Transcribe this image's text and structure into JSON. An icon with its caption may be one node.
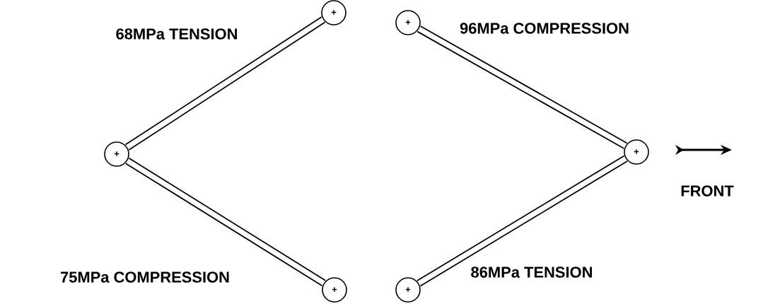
{
  "diagram": {
    "nodes": [
      {
        "text": [
          "+"
        ]
      },
      {
        "text": [
          "+"
        ]
      },
      {
        "text": [
          "+"
        ]
      },
      {
        "text": [
          "+"
        ]
      },
      {
        "text": [
          "+"
        ]
      },
      {
        "text": [
          "+"
        ]
      }
    ],
    "edges": [
      {
        "from": 1,
        "to": 0,
        "arrow": "none",
        "label": "68MPa TENSION"
      },
      {
        "from": 1,
        "to": 2,
        "arrow": "none",
        "label": "75MPa COMPRESSION"
      },
      {
        "from": 3,
        "to": 4,
        "arrow": "none",
        "label": "96MPa COMPRESSION"
      },
      {
        "from": 4,
        "to": 5,
        "arrow": "none",
        "label": "86MPa TENSION"
      }
    ],
    "labels": [
      "FRONT"
    ]
  }
}
